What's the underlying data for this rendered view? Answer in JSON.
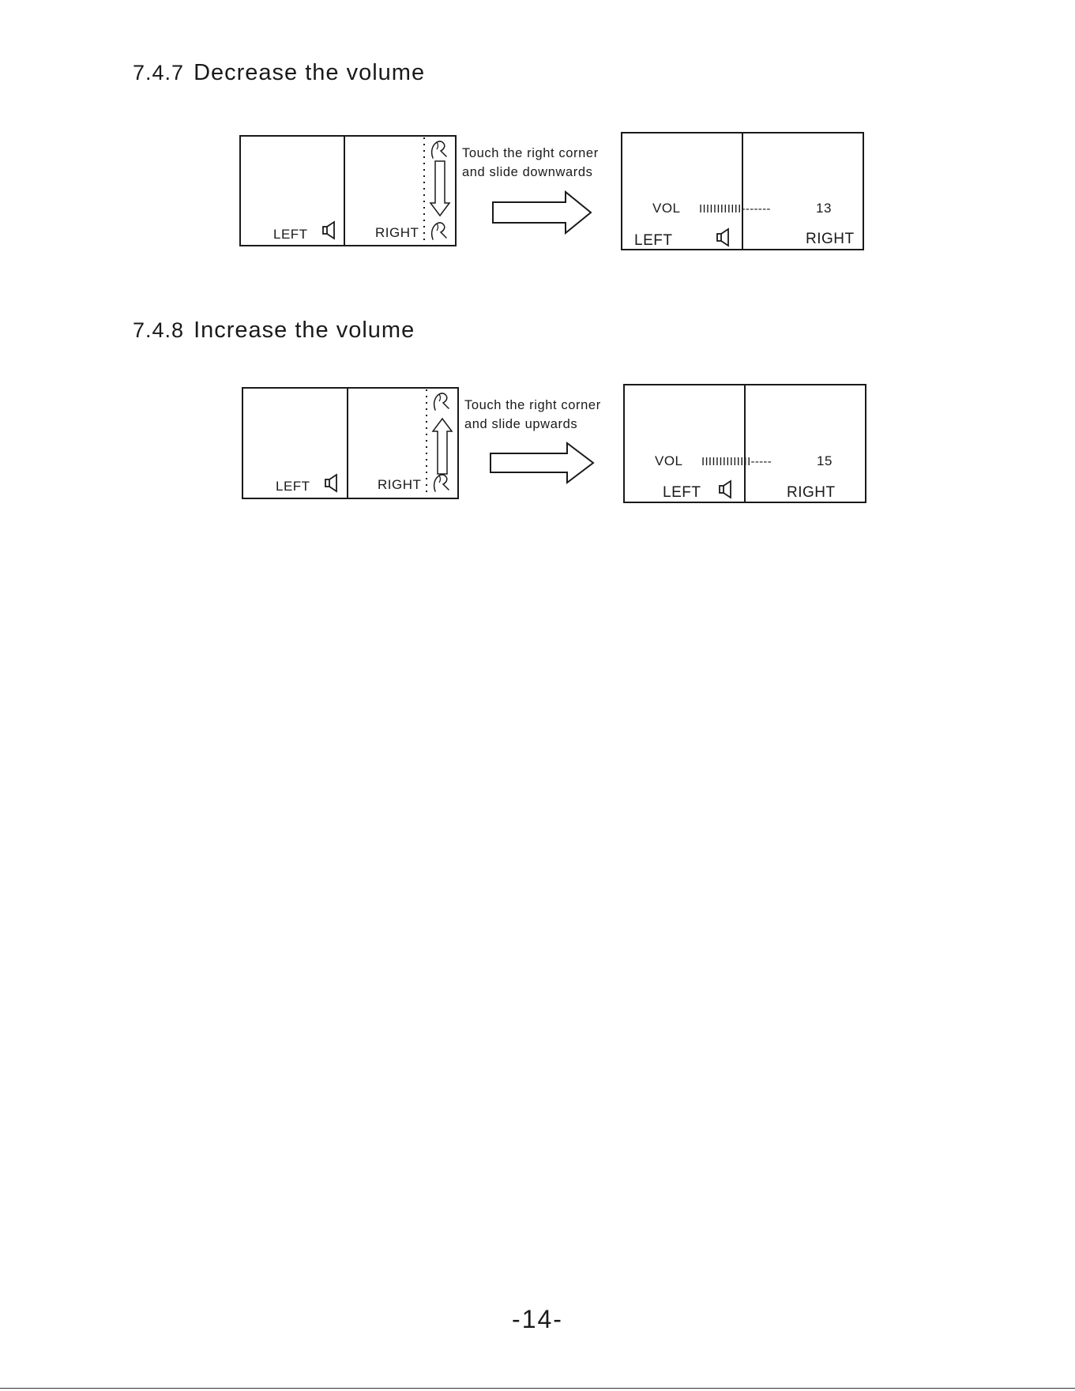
{
  "sections": [
    {
      "number": "7.4.7",
      "title": "Decrease the volume",
      "left_panel": {
        "left_label": "LEFT",
        "right_label": "RIGHT"
      },
      "instruction_line1": "Touch the right corner",
      "instruction_line2": "and  slide downwards",
      "gesture_direction": "down",
      "result_panel": {
        "vol_label": "VOL",
        "bar_text": "IIIIIIIIIIII-------",
        "vol_value": "13",
        "left_label": "LEFT",
        "right_label": "RIGHT"
      }
    },
    {
      "number": "7.4.8",
      "title": "Increase the volume",
      "left_panel": {
        "left_label": "LEFT",
        "right_label": "RIGHT"
      },
      "instruction_line1": "Touch the right corner",
      "instruction_line2": "and  slide upwards",
      "gesture_direction": "up",
      "result_panel": {
        "vol_label": "VOL",
        "bar_text": "IIIIIIIIIIIIII-----",
        "vol_value": "15",
        "left_label": "LEFT",
        "right_label": "RIGHT"
      }
    }
  ],
  "icons": {
    "speaker": "speaker-icon",
    "finger": "finger-touch-icon",
    "arrow": "arrow-right-icon"
  },
  "page_number": "-14-"
}
